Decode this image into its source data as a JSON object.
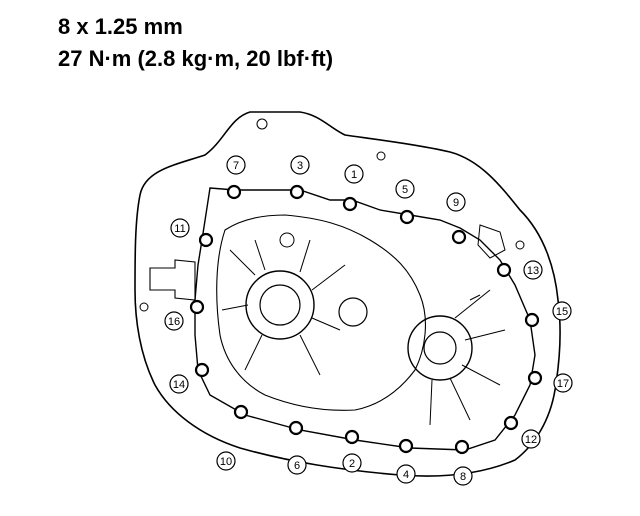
{
  "spec": {
    "bolt_size": "8 x 1.25 mm",
    "torque": "27 N·m (2.8 kg·m, 20 lbf·ft)"
  },
  "callouts": [
    {
      "id": "1",
      "label": "1"
    },
    {
      "id": "2",
      "label": "2"
    },
    {
      "id": "3",
      "label": "3"
    },
    {
      "id": "4",
      "label": "4"
    },
    {
      "id": "5",
      "label": "5"
    },
    {
      "id": "6",
      "label": "6"
    },
    {
      "id": "7",
      "label": "7"
    },
    {
      "id": "8",
      "label": "8"
    },
    {
      "id": "9",
      "label": "9"
    },
    {
      "id": "10",
      "label": "10"
    },
    {
      "id": "11",
      "label": "11"
    },
    {
      "id": "12",
      "label": "12"
    },
    {
      "id": "13",
      "label": "13"
    },
    {
      "id": "14",
      "label": "14"
    },
    {
      "id": "15",
      "label": "15"
    },
    {
      "id": "16",
      "label": "16"
    },
    {
      "id": "17",
      "label": "17"
    }
  ]
}
